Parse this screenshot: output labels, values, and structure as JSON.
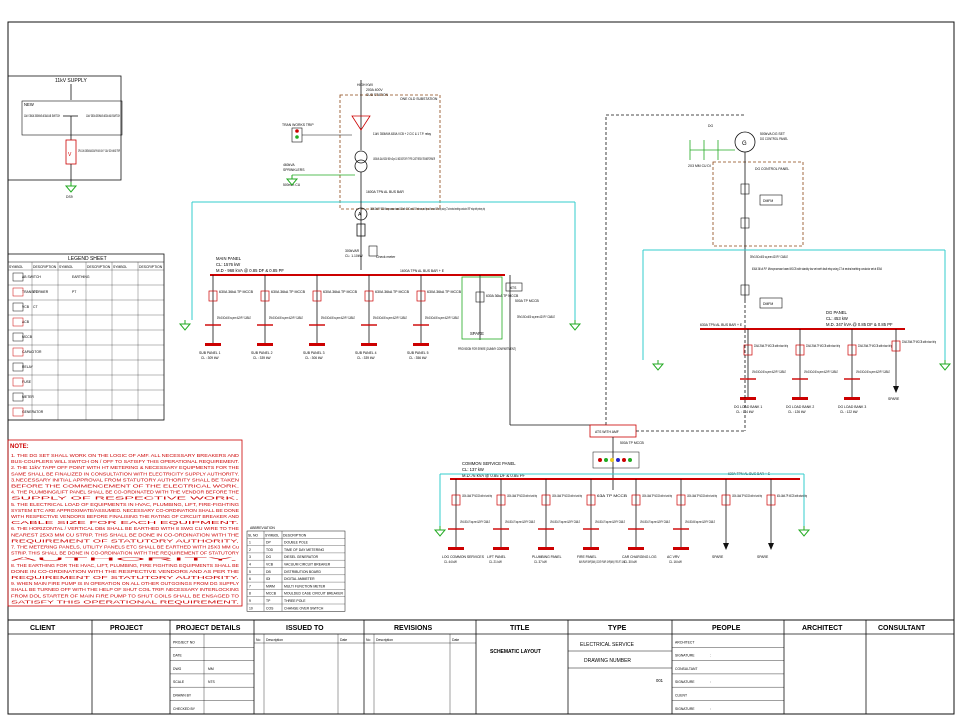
{
  "supply_block": {
    "title": "11kV SUPPLY",
    "new_tag": "NEW",
    "left_switch": "11kV 350A 350MVA 630A AB SWITCH",
    "right_switch": "11kV 350A 350MVA 630A AB SWITCH",
    "fuse_text": "3P4 11kV 350MVA 630A PM 6X 40V F 11kV DO HAND TRIP",
    "earth_label": "DS9"
  },
  "transformer": {
    "top_tag1": "HIGH KWI",
    "top_tag2": "200A 400V",
    "top_tag3": "SUB STATION",
    "substation": "ONE OLD SUBSTATION",
    "hv_switch": "11kV 350MVA 630A VCB + 2 C/C & 1 T.P. relay",
    "trip_label": "TRAN WORKS TRIP",
    "rating": "1000kVA 11kV/433V 50Hz Dyn 11 INDOOR DRY TYPE CAST RESIN TRANSFORMER",
    "earth_label": "460kVA",
    "earth_label2": "SPRINKLERS",
    "earth_label3": "500mm CU"
  },
  "main_busbar": {
    "bus_label": "1600A TPN AL BUS BAR",
    "acb": "1600A 50kA P.P. EDO Microprocessor based ACB with 3 O/C and 1 E/F release, and trip coil for use E/F relay using CT at neutral earthing conductor. REF relay with primary trip",
    "capacitor": "300kVAR",
    "capacitor_sub": "CL: 1.10kW",
    "check_meter": "Check meter",
    "main_panel_title": "MAIN PANEL",
    "main_panel_cl": "CL: 1576 kW",
    "main_panel_md": "M.D - 968 kVA @ 0.85 DF & 0.85 PF",
    "bus_label2": "1600A TPN AL BUS BAR + E"
  },
  "sub_panels": [
    {
      "breaker": "630A 36kA TP MCCB",
      "cable": "3Rx3.5Cx400 sq.mm A2XFY CABLE",
      "name": "SUB PANEL 1",
      "load": "CL : 309 kW"
    },
    {
      "breaker": "630A 36kA TP MCCB",
      "cable": "3Rx3.5Cx400 sq.mm A2XFY CABLE",
      "name": "SUB PANEL 2",
      "load": "CL : 339 kW"
    },
    {
      "breaker": "630A 36kA TP MCCB",
      "cable": "3Rx3.5Cx400 sq.mm A2XFY CABLE",
      "name": "SUB PANEL 3",
      "load": "CL : 306 kW"
    },
    {
      "breaker": "630A 36kA TP MCCB",
      "cable": "3Rx3.5Cx400 sq.mm A2XFY CABLE",
      "name": "SUB PANEL 4",
      "load": "CL : 339 kW"
    },
    {
      "breaker": "630A 36kA TP MCCB",
      "cable": "3Rx3.5Cx400 sq.mm A2XFY CABLE",
      "name": "SUB PANEL 5",
      "load": "CL : 356 kW"
    }
  ],
  "spare_feeder": {
    "breaker": "630A 36kA TP MCCB",
    "name": "SPARE",
    "provision": "PROVISION FOR SPARE (DUMMY COMPARTMENT)",
    "ats_feeder": "ATS",
    "ats_feeder_sub": "500A TP MCCB",
    "cable": "3Rx3.5Cx400 sq.mm A2XFY CABLE"
  },
  "dg_system": {
    "dg_label": "DG",
    "dg_rating": "500kVA DG SET",
    "dg_control": "DG CONTROL PANEL",
    "earth_label": "2X3 MM CU DI",
    "sync_panel": "DG CONTROL PANEL",
    "breaker_main": "630A 36 kA P.P. Microprocessor based MCCB with standby low set earth fault relay using CT at neutral earthing conductor set at 500A",
    "dmfm_label": "DMFM",
    "cable": "3Rx3.5Cx400 sq.mm A2XFY CABLE",
    "bus_label": "630A TPN AL BUS BAR + E",
    "panel_title": "DG PANEL",
    "panel_cl": "CL: 453 kW",
    "panel_md": "M.D. 347 kVA @ 0.85 DF & 0.85 PF",
    "feeders": [
      {
        "breaker": "200A 25kA TP MCCB with shunt trip",
        "cable": "1Rx3.5Cx240 sq.mm A2XFY CABLE",
        "name": "DG LOAD BANK 1",
        "load": "CL : 114 kW"
      },
      {
        "breaker": "200A 25kA TP MCCB with shunt trip",
        "cable": "1Rx3.5Cx240 sq.mm A2XFY CABLE",
        "name": "DG LOAD BANK 2",
        "load": "CL : 126 kW"
      },
      {
        "breaker": "200A 25kA TP MCCB with shunt trip",
        "cable": "1Rx3.5Cx240 sq.mm A2XFY CABLE",
        "name": "DG LOAD BANK 3",
        "load": "CL : 122 kW"
      },
      {
        "breaker": "200A 25kA TP MCCB with shunt trip",
        "cable": "",
        "name": "SPARE",
        "load": ""
      }
    ]
  },
  "ats": {
    "label": "ATS WITH AMF",
    "sub": "500A TP MCCB"
  },
  "common_panel": {
    "title": "COMMON SERVICE PANEL",
    "cl": "CL: 137 kW",
    "md": "M.D.76 kVA @ 0.85 DF & 0.85 PF",
    "bus_label": "630A TPN AL BUS BAR + E",
    "feeders": [
      {
        "breaker": "100A 16kA TP MCCB with shunt trip",
        "cable": "1Rx3.5Cx70 sq.mm A2XFY CABLE",
        "name": "LOG COMMON SERVICES",
        "load": "CL 44 kW"
      },
      {
        "breaker": "100A 16kA TP MCCB with shunt trip",
        "cable": "1Rx3.5Cx70 sq.mm A2XFY CABLE",
        "name": "LIFT PANEL",
        "load": "CL 21 kW"
      },
      {
        "breaker": "100A 16kA TP MCCB with shunt trip",
        "cable": "1Rx3.5Cx70 sq.mm A2XFY CABLE",
        "name": "PLUMBING PANEL",
        "load": "CL 37 kW"
      },
      {
        "breaker": "63A TP MCCB",
        "cable": "1Rx3.5Cx70 sq.mm A2XFY CABLE",
        "name": "FIRE PANEL",
        "load": "MAIN PUMP: 55HP(30kW), JOCKEY PUMP: 10HP(8kW), FIRE LIFT: 11kW"
      },
      {
        "breaker": "100A 16kA TP MCCB with shunt trip",
        "cable": "1Rx3.5Cx70 sq.mm A2XFY CABLE",
        "name": "CAR CHARGING LOG",
        "load": "CL 30 kW"
      },
      {
        "breaker": "100A 16kA TP MCCB with shunt trip",
        "cable": "1Rx3.5Cx50 sq.mm A2XFY CABLE",
        "name": "AC VRV",
        "load": "CL 16 kW"
      },
      {
        "breaker": "100A 16kA TP MCCB with shunt trip",
        "cable": "",
        "name": "SPARE",
        "load": ""
      },
      {
        "breaker": "63A 16kA TP MCCB with shunt trip",
        "cable": "",
        "name": "SPARE",
        "load": ""
      }
    ]
  },
  "legend": {
    "title": "LEGEND SHEET",
    "headers": [
      "SYMBOL",
      "DESCRIPTION",
      "SYMBOL",
      "DESCRIPTION",
      "SYMBOL",
      "DESCRIPTION"
    ],
    "rows": [
      [
        "AB SWITCH",
        "",
        "EARTHING",
        "",
        "",
        ""
      ],
      [
        "TRANSFORMER",
        "CT",
        "PT",
        "",
        "",
        ""
      ],
      [
        "VCB",
        "CT",
        "",
        "",
        "",
        ""
      ],
      [
        "ACB",
        "",
        "",
        "",
        "",
        ""
      ],
      [
        "MCCB",
        "",
        "",
        "",
        "",
        ""
      ],
      [
        "CAPACITOR",
        "",
        "",
        "",
        "",
        ""
      ],
      [
        "RELAY",
        "",
        "",
        "",
        "",
        ""
      ],
      [
        "FUSE",
        "",
        "",
        "",
        "",
        ""
      ],
      [
        "METER",
        "",
        "",
        "",
        "",
        ""
      ],
      [
        "GENERATOR",
        "",
        "",
        "",
        "",
        ""
      ]
    ]
  },
  "abbreviations": {
    "title": "ABBREVIATION",
    "headers": [
      "SL NO",
      "SYMBOL",
      "DESCRIPTION"
    ],
    "rows": [
      [
        "1",
        "DP",
        "DOUBLE POLE"
      ],
      [
        "2",
        "TOD",
        "TIME OF DAY METERING"
      ],
      [
        "3",
        "DG",
        "DIESEL GENERATOR"
      ],
      [
        "4",
        "VCB",
        "VACUUM CIRCUIT BREAKER"
      ],
      [
        "5",
        "DB",
        "DISTRIBUTION BOARD"
      ],
      [
        "6",
        "IDI",
        "DIGITAL AMMETER"
      ],
      [
        "7",
        "MWM",
        "MULTI FUNCTION METER"
      ],
      [
        "8",
        "MCCB",
        "MOULDED CASE CIRCUIT BREAKER"
      ],
      [
        "9",
        "TP",
        "THREE POLE"
      ],
      [
        "10",
        "COS",
        "CHANGE OVER SWITCH"
      ]
    ]
  },
  "notes": {
    "heading": "NOTE:",
    "lines": [
      "1. THE DG SET SHALL WORK ON THE LOGIC OF AMF. ALL NECESSARY BREAKERS AND",
      "BUS-COUPLERS WILL SWITCH ON / OFF TO SATISFY THIS OPERATIONAL REQUIREMENT.",
      "2. THE 11kV TAPP OFF POINT WITH HT METERING & NECESSARY EQUIPMENTS FOR THE",
      "SAME SHALL BE FINALIZED IN CONSULTATION WITH ELECTRICITY SUPPLY AUTHORITY.",
      "3.NECESSARY INITIAL APPROVAL FROM STATUTORY AUTHORITY SHALL BE TAKEN",
      "BEFORE THE COMMENCEMENT OF THE ELECTRICAL WORK.",
      "4. THE PLUMBING/LIFT PANEL SHALL BE CO-ORDINATED WITH THE VENDOR BEFORE THE",
      "SUPPLY OF RESPECTIVE WORK.",
      "5. THE ELECTRICAL LOAD OF EQUIPMENTS IN HVAC, PLUMBING, LIFT, FIRE-FIGHTING",
      "SYSTEM ETC ARE APPROXIMATE/ASSUMED. NECESSARY CO-ORDINATION SHALL BE DONE",
      "WITH RESPECTIVE VENDORS BEFORE FINALISING THE RATING OF CIRCUIT BREAKER AND",
      "CABLE SIZE FOR EACH EQUIPMENT.",
      "6. THE HORIZONTAL / VERTICAL DBs SHALL BE EARTHED WITH 8 SWG CU WIRE TO THE",
      "NEAREST 25X3 MM CU STRIP. THIS SHALL BE DONE IN CO-ORDINATION WITH THE",
      "REQUIREMENT OF STATUTORY AUTHORITY.",
      "7. THE METERING PANELS, UTILITY PANELS ETC SHALL BE EARTHED WITH 25X3 MM Cu",
      "STRIP. THIS SHALL BE DONE IN CO-ORDINATION WITH THE REQUIREMENT OF STATUTORY",
      "AUTHORITY.",
      "8. THE EARTHING FOR THE HVAC, LIFT, PLUMBING, FIRE FIGHTING EQUIPMENTS SHALL BE",
      "DONE IN CO-ORDINATION WITH THE RESPECTIVE VENDORS AND AS PER THE",
      "REQUIREMENT OF STATUTORY AUTHORITY.",
      "9. WHEN MAIN FIRE PUMP IS IN OPERATION ON ALL OTHER OUTGOINGS FROM DG SUPPLY",
      "SHALL BE TURNED OFF WITH THE HELP OF SHUT COIL TRIP. NECESSARY INTERLOCKING",
      "FROM DOL STARTER OF MAIN FIRE PUMP TO SHUT COILS SHALL BE ENSAGED TO",
      "SATISFY THIS OPERATIONAL REQUIREMENT."
    ]
  },
  "title_block": {
    "headers": {
      "client": "CLIENT",
      "project": "PROJECT",
      "project_details": "PROJECT DETAILS",
      "issued_to": "ISSUED TO",
      "revisions": "REVISIONS",
      "title": "TITLE",
      "type": "TYPE",
      "people": "PEOPLE",
      "architect": "ARCHITECT",
      "consultant": "CONSULTANT"
    },
    "project_details_rows": [
      {
        "label": "PROJECT NO",
        "value": ""
      },
      {
        "label": "DATE",
        "value": ""
      },
      {
        "label": "DWG",
        "value": "MM"
      },
      {
        "label": "SCALE",
        "value": "NTS"
      },
      {
        "label": "DRAWN BY",
        "value": ""
      },
      {
        "label": "CHECKED BY",
        "value": ""
      }
    ],
    "issued_cols": [
      "No",
      "Description",
      "Date"
    ],
    "revision_cols": [
      "No",
      "Description",
      "Date"
    ],
    "title_value": "SCHEMATIC LAYOUT",
    "type_value": "ELECTRICAL SERVICE",
    "drawing_number_label": "DRAWING NUMBER",
    "drawing_number": "001",
    "people_rows": [
      {
        "label": "ARCHITECT",
        "value": ""
      },
      {
        "label": "SIGNATURE",
        "value": ":"
      },
      {
        "label": "CONSULTANT",
        "value": ""
      },
      {
        "label": "SIGNATURE",
        "value": ":"
      },
      {
        "label": "CLIENT",
        "value": ""
      },
      {
        "label": "SIGNATURE",
        "value": ":"
      }
    ]
  },
  "colors": {
    "line": "#111111",
    "bus": "#c00000",
    "earth": "#22aa22",
    "cyan": "#33cccc",
    "dashed": "#8b4513"
  }
}
